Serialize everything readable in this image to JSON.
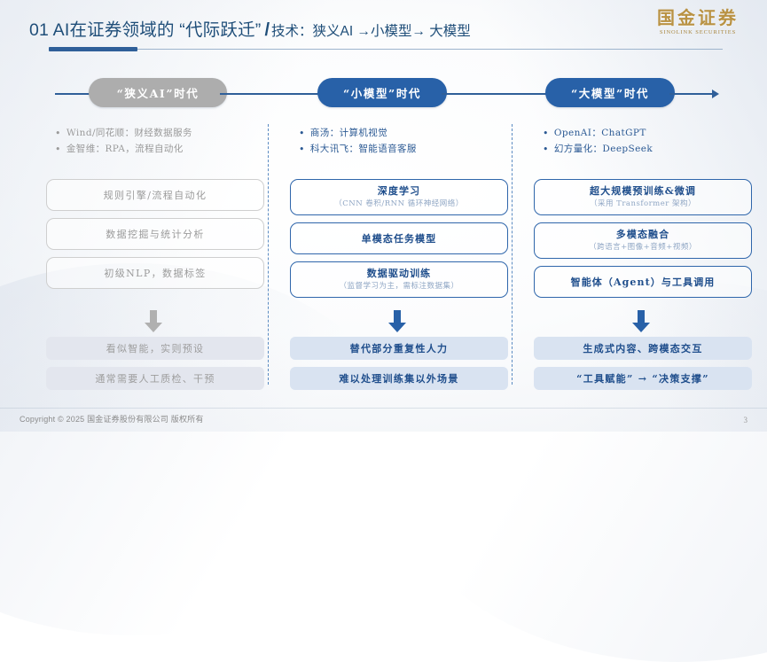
{
  "slide": {
    "page_number": "3",
    "accent_color": "#2f5f99",
    "gray_color": "#adadad",
    "brand_gold": "#b99243"
  },
  "header": {
    "title_main": "01 AI在证券领域的 “代际跃迁”",
    "separator": "/",
    "title_sub": "技术：狭义AI →小模型→ 大模型",
    "logo_cn": "国金证券",
    "logo_en": "SINOLINK SECURITIES"
  },
  "timeline": {
    "stages": [
      {
        "label": "“狭义AI”时代",
        "style": "gray"
      },
      {
        "label": "“小模型”时代",
        "style": "blue"
      },
      {
        "label": "“大模型”时代",
        "style": "blue"
      }
    ]
  },
  "columns": [
    {
      "id": "narrow-ai",
      "bullets": [
        "Wind/同花顺：财经数据服务",
        "金智维：RPA，流程自动化"
      ],
      "boxes": [
        {
          "title": "规则引擎/流程自动化",
          "note": ""
        },
        {
          "title": "数据挖掘与统计分析",
          "note": ""
        },
        {
          "title": "初级NLP，数据标签",
          "note": ""
        }
      ],
      "results": [
        "看似智能，实则预设",
        "通常需要人工质检、干预"
      ]
    },
    {
      "id": "small-model",
      "bullets": [
        "商汤：计算机视觉",
        "科大讯飞：智能语音客服"
      ],
      "boxes": [
        {
          "title": "深度学习",
          "note": "（CNN 卷积/RNN 循环神经网络）"
        },
        {
          "title": "单模态任务模型",
          "note": ""
        },
        {
          "title": "数据驱动训练",
          "note": "（监督学习为主，需标注数据集）"
        }
      ],
      "results": [
        "替代部分重复性人力",
        "难以处理训练集以外场景"
      ]
    },
    {
      "id": "large-model",
      "bullets": [
        "OpenAI：ChatGPT",
        "幻方量化：DeepSeek"
      ],
      "boxes": [
        {
          "title": "超大规模预训练&微调",
          "note": "（采用 Transformer 架构）"
        },
        {
          "title": "多模态融合",
          "note": "（跨语言+图像+音频+视频）"
        },
        {
          "title": "智能体（Agent）与工具调用",
          "note": ""
        }
      ],
      "results": [
        "生成式内容、跨模态交互",
        "“工具赋能” → “决策支撑”"
      ]
    }
  ],
  "footer": {
    "copyright": "Copyright © 2025 国金证券股份有限公司 版权所有"
  }
}
